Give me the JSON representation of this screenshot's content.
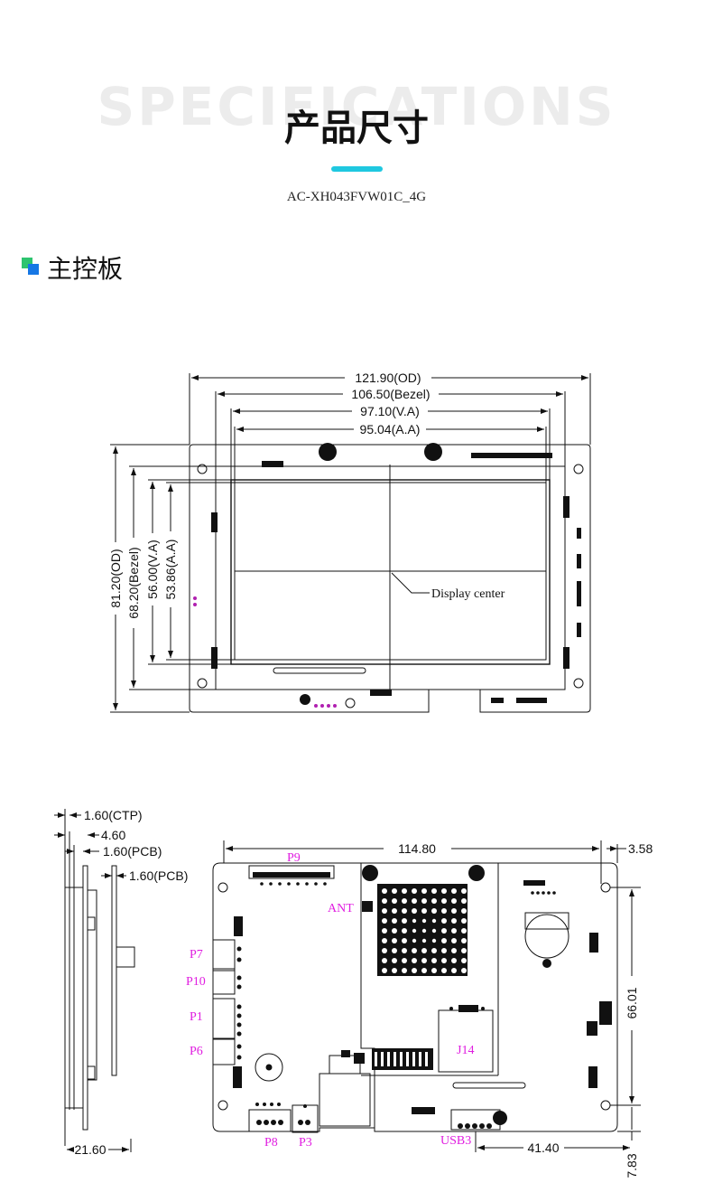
{
  "header": {
    "bg_word": "SPECIFICATIONS",
    "title": "产品尺寸",
    "accent": "#1fc8e0",
    "model": "AC-XH043FVW01C_4G"
  },
  "section": {
    "title": "主控板",
    "icon": "square-stack-icon"
  },
  "front_view": {
    "width_od": "121.90(OD)",
    "width_bezel": "106.50(Bezel)",
    "width_va": "97.10(V.A)",
    "width_aa": "95.04(A.A)",
    "height_od": "81.20(OD)",
    "height_bezel": "68.20(Bezel)",
    "height_va": "56.00(V.A)",
    "height_aa": "53.86(A.A)",
    "center_label": "Display center"
  },
  "side_view": {
    "ctp": "1.60(CTP)",
    "total": "4.60",
    "pcb1": "1.60(PCB)",
    "pcb2": "1.60(PCB)",
    "depth": "21.60"
  },
  "back_view": {
    "width": "114.80",
    "hole_offset": "3.58",
    "height": "66.01",
    "bottom_width": "41.40",
    "bottom_offset": "7.83",
    "connectors": {
      "p9": "P9",
      "ant": "ANT",
      "p7": "P7",
      "p10": "P10",
      "p1": "P1",
      "p6": "P6",
      "j14": "J14",
      "p8": "P8",
      "p3": "P3",
      "usb3": "USB3"
    }
  }
}
